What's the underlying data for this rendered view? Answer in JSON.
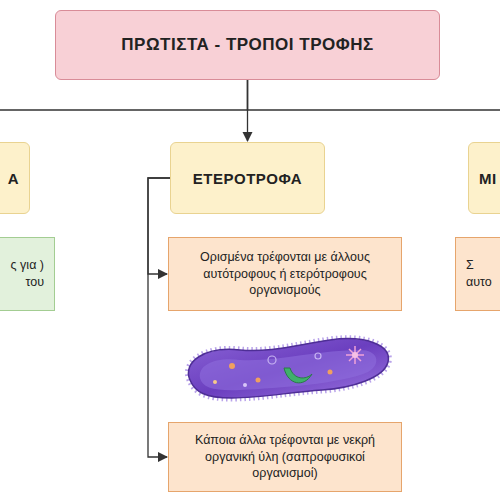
{
  "diagram": {
    "nodes": [
      {
        "text": [
          "ΠΡΩΤΙΣΤΑ  - ΤΡΟΠΟΙ ΤΡΟΦΗΣ"
        ]
      },
      {
        "text": [
          "Α"
        ]
      },
      {
        "text": [
          "ΕΤΕΡΟΤΡΟΦΑ"
        ]
      },
      {
        "text": [
          "ΜΙ"
        ]
      },
      {
        "text": [
          "ς για ) του"
        ]
      },
      {
        "text": [
          "Ορισμένα τρέφονται με άλλους αυτότροφους ή ετερότροφους οργανισμούς"
        ]
      },
      {
        "text": [
          "Σ αυτο"
        ]
      },
      {
        "text": [
          "Κάποια άλλα τρέφονται με νεκρή οργανική ύλη (σαπροφυσικοί οργανισμοί)"
        ]
      }
    ],
    "edges": [
      {
        "from": 0,
        "to": 1,
        "arrow": "none"
      },
      {
        "from": 0,
        "to": 2,
        "arrow": "to"
      },
      {
        "from": 0,
        "to": 3,
        "arrow": "none"
      },
      {
        "from": 2,
        "to": 5,
        "arrow": "to"
      },
      {
        "from": 2,
        "to": 7,
        "arrow": "to"
      }
    ]
  }
}
